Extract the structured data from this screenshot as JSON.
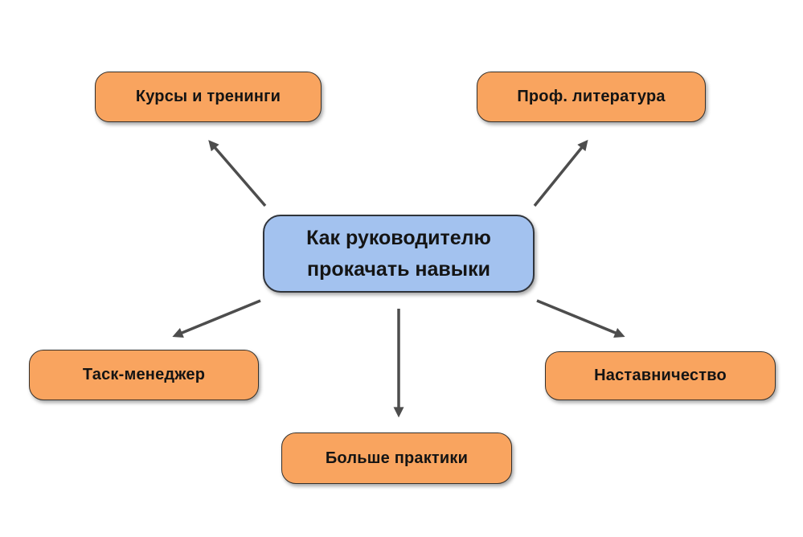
{
  "diagram": {
    "title": "Как руководителю прокачать навыки",
    "center_node": {
      "label": "Как руководителю\nпрокачать навыки",
      "fill": "#a3c2ef"
    },
    "nodes": [
      {
        "id": "courses",
        "label": "Курсы и тренинги",
        "position": "top-left"
      },
      {
        "id": "literature",
        "label": "Проф. литература",
        "position": "top-right"
      },
      {
        "id": "task-manager",
        "label": "Таск-менеджер",
        "position": "bottom-left"
      },
      {
        "id": "mentoring",
        "label": "Наставничество",
        "position": "bottom-right"
      },
      {
        "id": "practice",
        "label": "Больше практики",
        "position": "bottom-center"
      }
    ],
    "colors": {
      "background": "#ffffff",
      "center_fill": "#a3c2ef",
      "leaf_fill": "#f9a45f",
      "border": "#35302b",
      "arrow": "#4d4d4d",
      "text": "#141414"
    }
  }
}
